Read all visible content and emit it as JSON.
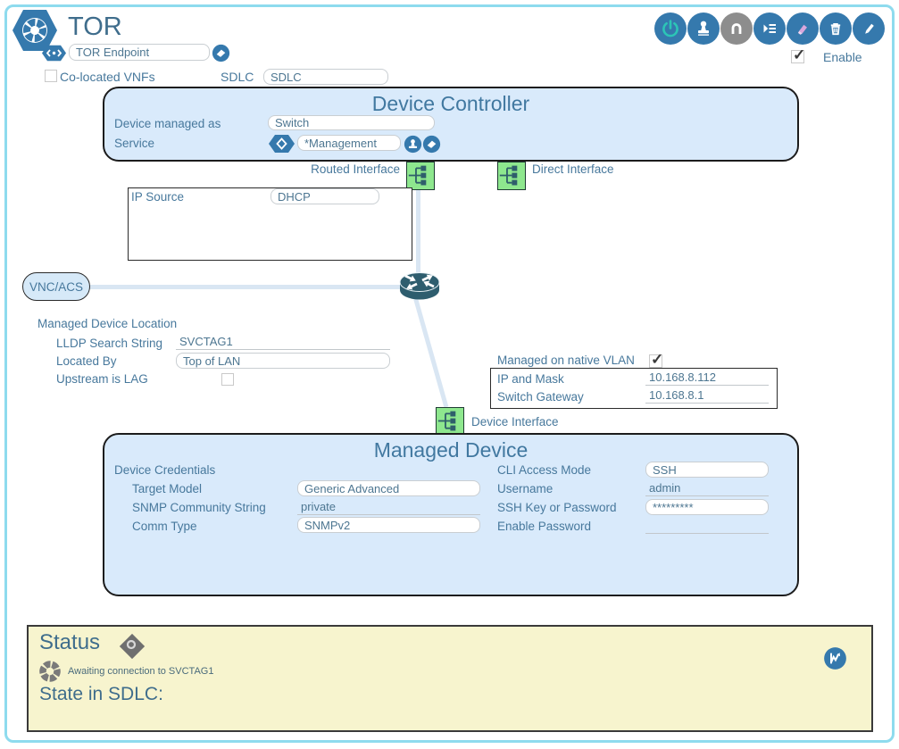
{
  "app": {
    "title": "TOR",
    "enable_label": "Enable"
  },
  "header": {
    "endpoint_value": "TOR Endpoint",
    "colocated_label": "Co-located VNFs",
    "sdlc_label": "SDLC",
    "sdlc_value": "SDLC"
  },
  "toolbar": {
    "icons": [
      "power",
      "stamp",
      "arch",
      "list",
      "highlighter",
      "trash",
      "pencil"
    ]
  },
  "device_controller": {
    "title": "Device Controller",
    "managed_as_label": "Device managed as",
    "managed_as_value": "Switch",
    "service_label": "Service",
    "service_value": "*Management"
  },
  "interfaces": {
    "routed_label": "Routed Interface",
    "direct_label": "Direct Interface",
    "device_label": "Device Interface"
  },
  "ip_source": {
    "label": "IP Source",
    "value": "DHCP"
  },
  "vnc_acs_label": "VNC/ACS",
  "location": {
    "title": "Managed Device Location",
    "lldp_label": "LLDP Search String",
    "lldp_value": "SVCTAG1",
    "located_by_label": "Located By",
    "located_by_value": "Top of LAN",
    "upstream_label": "Upstream is LAG"
  },
  "vlan": {
    "native_label": "Managed on native VLAN",
    "ip_mask_label": "IP and Mask",
    "ip_mask_value": "10.168.8.112",
    "gateway_label": "Switch Gateway",
    "gateway_value": "10.168.8.1"
  },
  "managed_device": {
    "title": "Managed Device",
    "credentials_label": "Device Credentials",
    "target_model_label": "Target Model",
    "target_model_value": "Generic Advanced",
    "snmp_label": "SNMP Community String",
    "snmp_value": "private",
    "comm_type_label": "Comm Type",
    "comm_type_value": "SNMPv2",
    "cli_label": "CLI Access Mode",
    "cli_value": "SSH",
    "username_label": "Username",
    "username_value": "admin",
    "ssh_key_label": "SSH Key or Password",
    "ssh_key_value": "*********",
    "enable_pw_label": "Enable Password",
    "enable_pw_value": ""
  },
  "status": {
    "title": "Status",
    "message": "Awaiting connection to SVCTAG1",
    "state_label": "State in SDLC:"
  },
  "checks": {
    "enable": true,
    "colocated": false,
    "upstream": false,
    "native_vlan": true
  },
  "colors": {
    "accent_blue": "#3579ad",
    "panel_blue": "#d9eafb",
    "node_green": "#8ee78e",
    "status_yellow": "#f7f4ce",
    "frame_cyan": "#8edbee",
    "label_text": "#47789c",
    "router_teal": "#2e5d6e",
    "power_teal": "#2cc5b6",
    "highlighter_pink": "#d9a6dc",
    "icon_gray": "#8d8d8d"
  }
}
